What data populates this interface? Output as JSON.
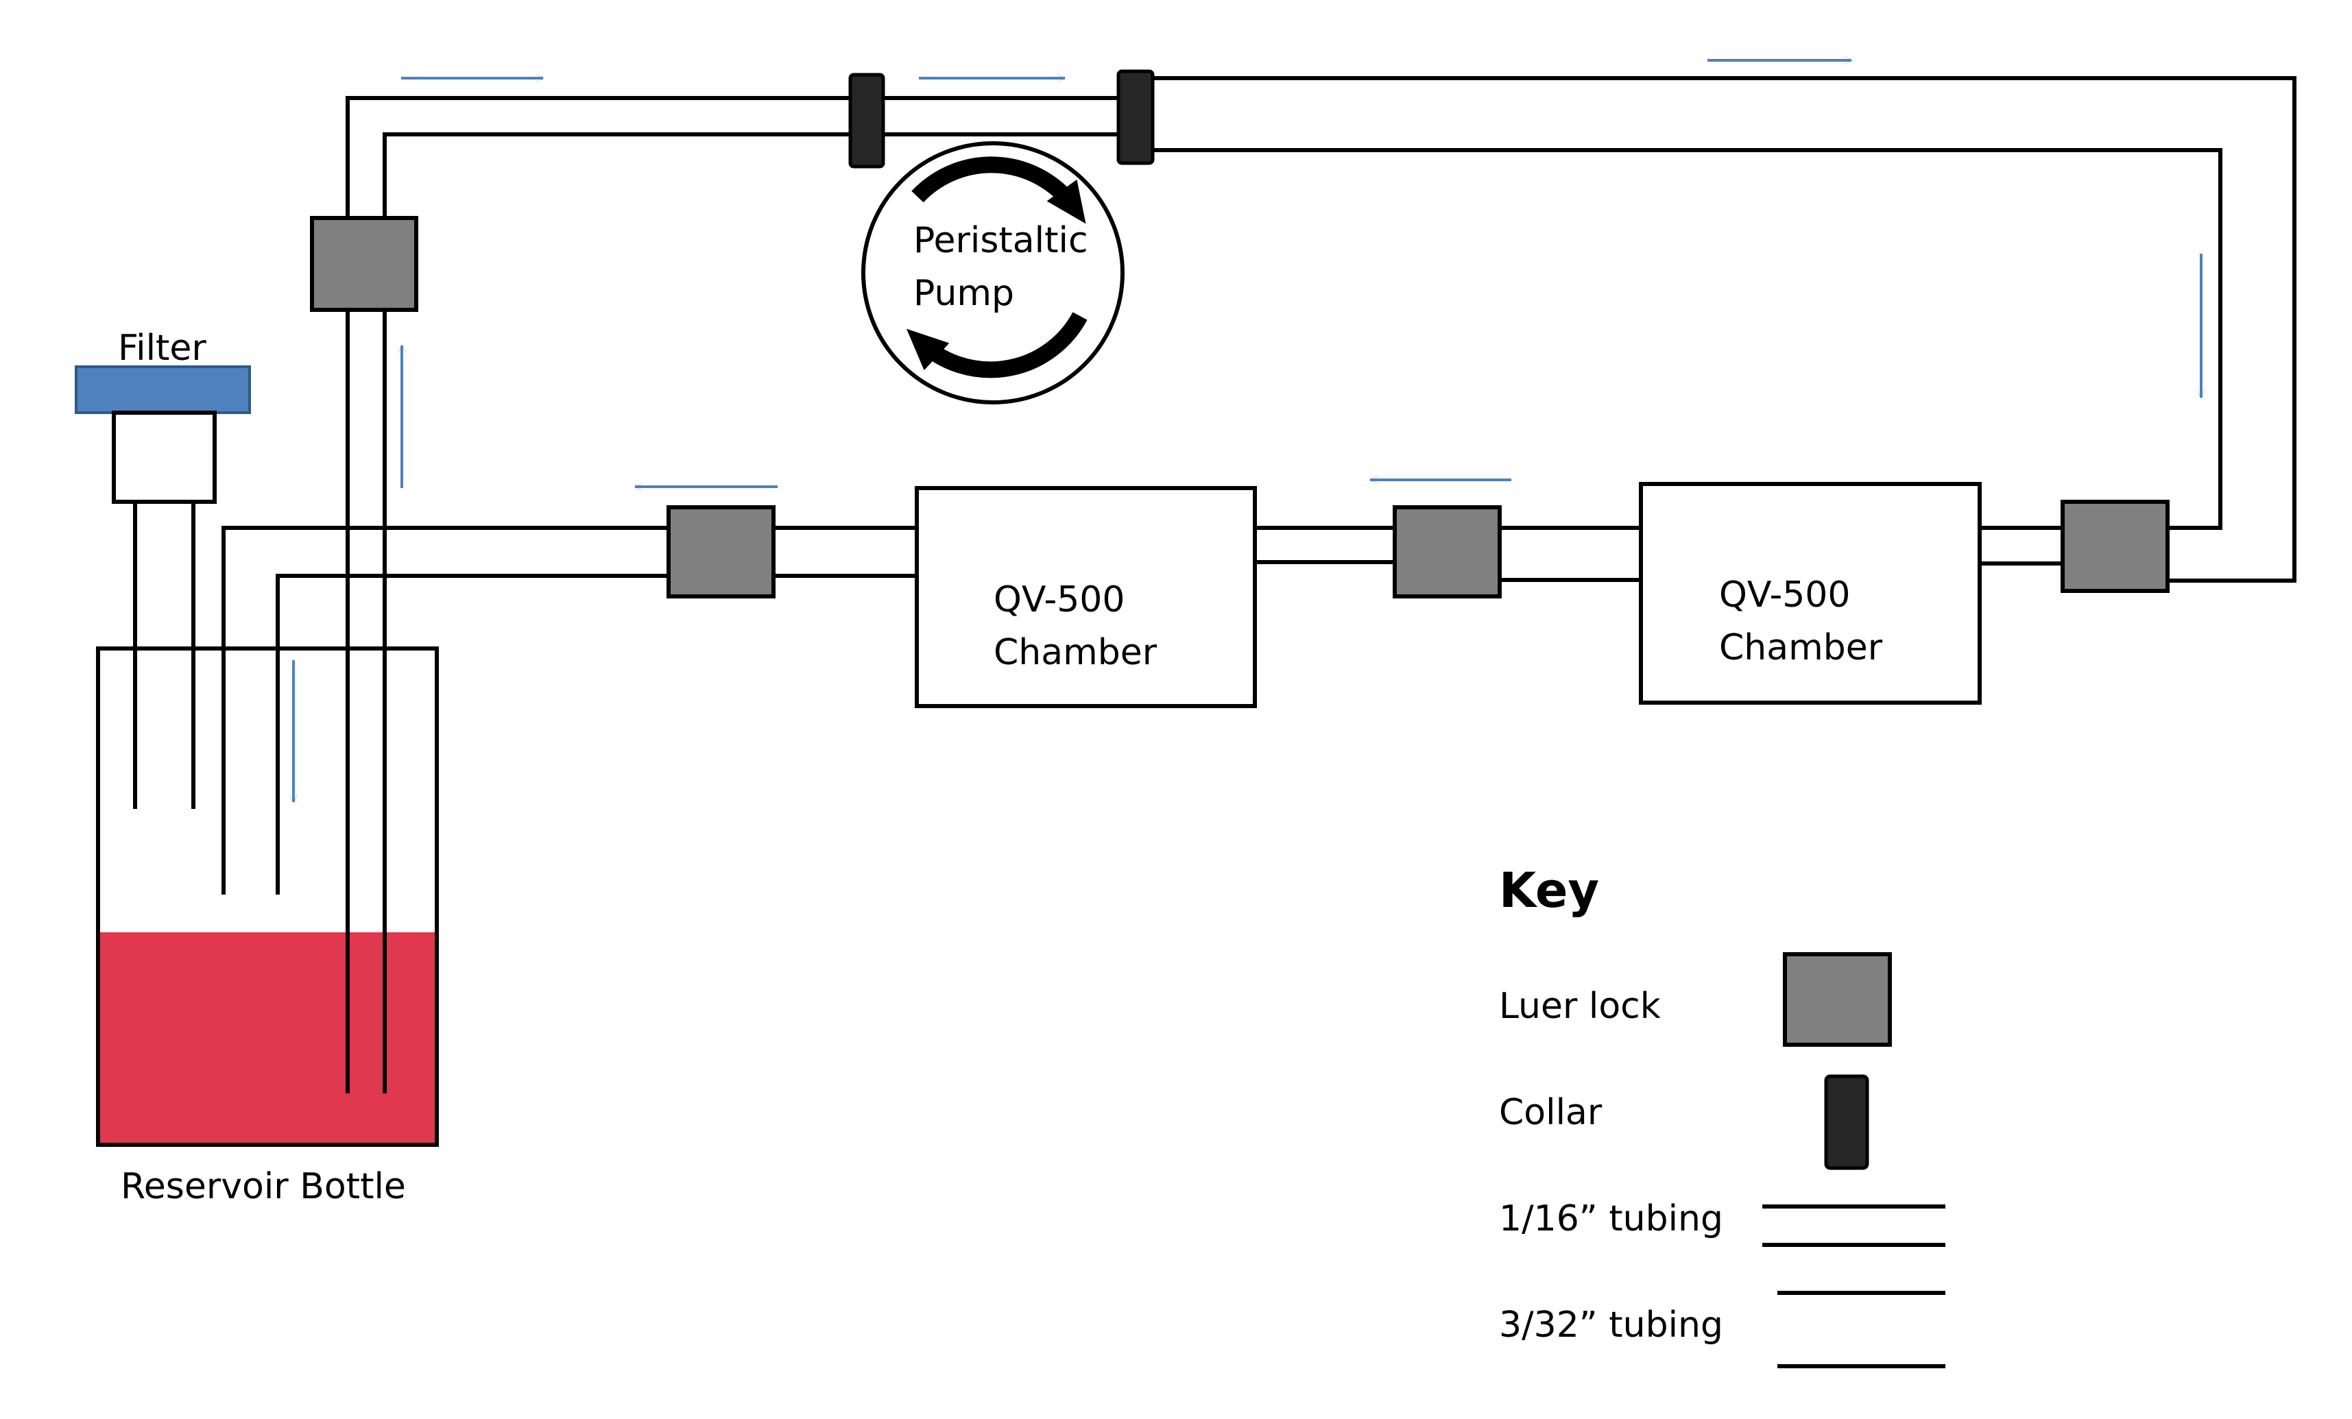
{
  "labels": {
    "filter": "Filter",
    "reservoir": "Reservoir Bottle",
    "pump_line1": "Peristaltic",
    "pump_line2": "Pump",
    "chamber_left_line1": "QV-500",
    "chamber_left_line2": "Chamber",
    "chamber_right_line1": "QV-500",
    "chamber_right_line2": "Chamber"
  },
  "key": {
    "title": "Key",
    "luer_lock": "Luer lock",
    "collar": "Collar",
    "tubing_1_16": "1/16” tubing",
    "tubing_3_32": "3/32” tubing"
  },
  "colors": {
    "medium": "#e0384f",
    "filter_cap": "#4f81bd",
    "luer_lock": "#808080",
    "collar": "#262626",
    "flow_arrow": "#4f81bd",
    "line": "#000000"
  }
}
